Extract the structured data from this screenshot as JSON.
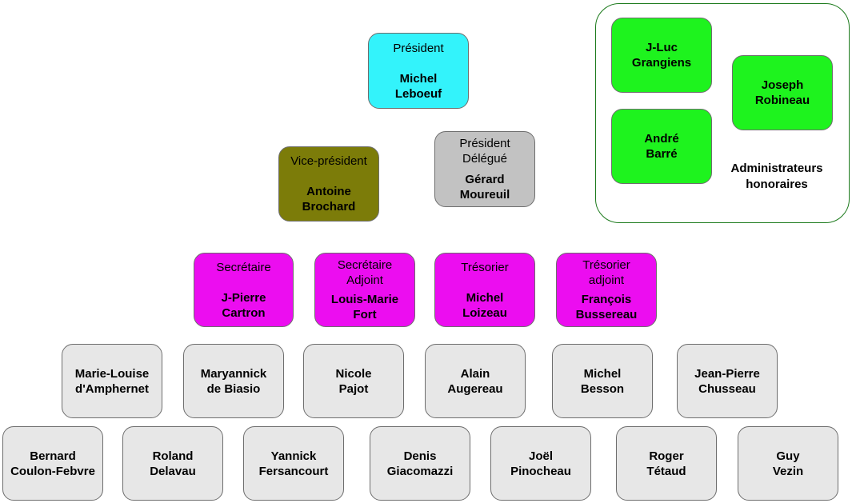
{
  "president": {
    "role": "Président",
    "name": "Michel\nLeboeuf"
  },
  "vice_president": {
    "role": "Vice-président",
    "name": "Antoine\nBrochard"
  },
  "president_delegue": {
    "role": "Président\nDélégué",
    "name": "Gérard\nMoureuil"
  },
  "bureau": [
    {
      "role": "Secrétaire",
      "name": "J-Pierre\nCartron"
    },
    {
      "role": "Secrétaire\nAdjoint",
      "name": "Louis-Marie\nFort"
    },
    {
      "role": "Trésorier",
      "name": "Michel\nLoizeau"
    },
    {
      "role": "Trésorier\nadjoint",
      "name": "François\nBussereau"
    }
  ],
  "members_row1": [
    "Marie-Louise\nd'Amphernet",
    "Maryannick\nde Biasio",
    "Nicole\nPajot",
    "Alain\nAugereau",
    "Michel\nBesson",
    "Jean-Pierre\nChusseau"
  ],
  "members_row2": [
    "Bernard\nCoulon-Febvre",
    "Roland\nDelavau",
    "Yannick\nFersancourt",
    "Denis\nGiacomazzi",
    "Joël\nPinocheau",
    "Roger\nTétaud",
    "Guy\nVezin"
  ],
  "honorary": {
    "label": "Administrateurs\nhonoraires",
    "members": [
      "J-Luc\nGrangiens",
      "André\nBarré",
      "Joseph\nRobineau"
    ]
  },
  "colors": {
    "president": "#33f3fb",
    "vice_president": "#7c7c09",
    "president_delegue": "#c2c2c2",
    "bureau": "#ec0df0",
    "members": "#e7e7e7",
    "honorary": "#1ef31e"
  }
}
